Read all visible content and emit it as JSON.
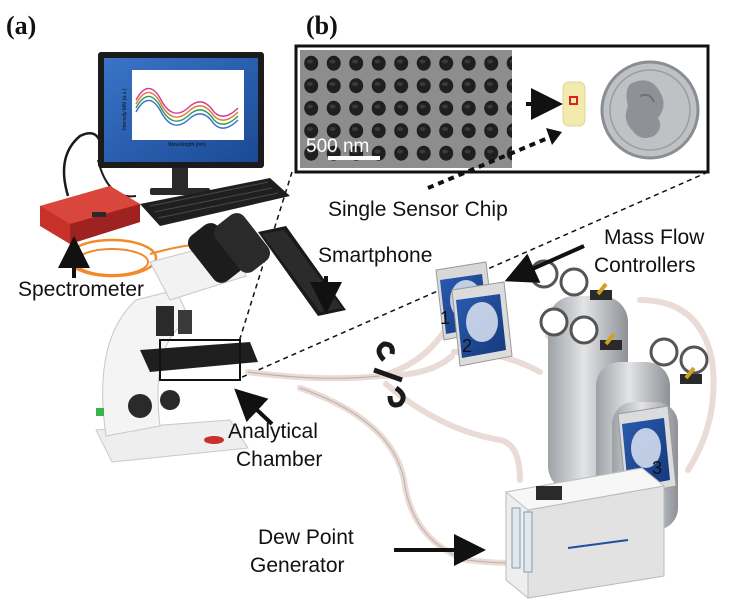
{
  "panels": {
    "a": "(a)",
    "b": "(b)"
  },
  "labels": {
    "single_sensor_chip": "Single Sensor Chip",
    "scale_bar": "500 nm",
    "smartphone": "Smartphone",
    "mass_flow_line1": "Mass Flow",
    "mass_flow_line2": "Controllers",
    "spectrometer": "Spectrometer",
    "analytical_line1": "Analytical",
    "analytical_line2": "Chamber",
    "dew_point_line1": "Dew Point",
    "dew_point_line2": "Generator"
  },
  "mfc_numbers": [
    "1",
    "2",
    "3"
  ],
  "monitor": {
    "ylabel": "Intensity MM (a.u.)",
    "xlabel": "Wavelength (nm)"
  },
  "colors": {
    "spectrometer": "#c8302a",
    "mfc_blue": "#1f4fa0",
    "gas_bottle": "#c9ccd0",
    "tubing": "#e9dcd6",
    "fiber": "#f08a2a",
    "chip": "#f3eab0",
    "chip_mark": "#e0201a"
  }
}
